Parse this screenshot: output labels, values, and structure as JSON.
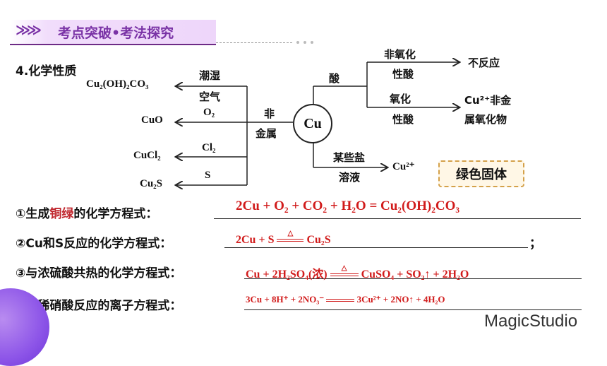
{
  "header": {
    "title": "考点突破•考法探究",
    "chevrons": "≫≫"
  },
  "section_title": "4.化学性质",
  "diagram": {
    "center": "Cu",
    "left_products": {
      "basic_carbonate": "Cu₂(OH)₂CO₃",
      "oxide": "CuO",
      "chloride": "CuCl₂",
      "sulfide": "Cu₂S"
    },
    "left_reagents": {
      "moist_air_line1": "潮湿",
      "moist_air_line2": "空气",
      "oxygen": "O₂",
      "chlorine": "Cl₂",
      "sulfur": "S",
      "nonmetal_line1": "非",
      "nonmetal_line2": "金属"
    },
    "right": {
      "acid": "酸",
      "non_oxidizing_line1": "非氧化",
      "non_oxidizing_line2": "性酸",
      "no_reaction": "不反应",
      "oxidizing_line1": "氧化",
      "oxidizing_line2": "性酸",
      "ox_product_line1": "Cu²⁺非金",
      "ox_product_line2": "属氧化物",
      "salt_line1": "某些盐",
      "salt_line2": "溶液",
      "salt_product": "Cu²⁺"
    },
    "badge": "绿色固体"
  },
  "questions": [
    {
      "prefix": "①生成",
      "highlight": "铜绿",
      "suffix": "的化学方程式：",
      "answer": "2Cu + O₂ + CO₂ + H₂O = Cu₂(OH)₂CO₃"
    },
    {
      "prefix": "②Cu和S反应的化学方程式：",
      "answer_left": "2Cu + S",
      "condition": "△",
      "answer_right": "Cu₂S",
      "end": "；"
    },
    {
      "prefix": "③与浓硫酸共热的化学方程式：",
      "answer_left": "Cu + 2H₂SO₄(浓)",
      "condition": "△",
      "answer_right": "CuSO₄ + SO₂↑ + 2H₂O"
    },
    {
      "prefix": "④与稀硝酸反应的离子方程式：",
      "answer_left": "3Cu + 8H⁺ + 2NO₃⁻",
      "answer_right": "3Cu²⁺ + 2NO↑ + 4H₂O"
    }
  ],
  "brand": "MagicStudio"
}
